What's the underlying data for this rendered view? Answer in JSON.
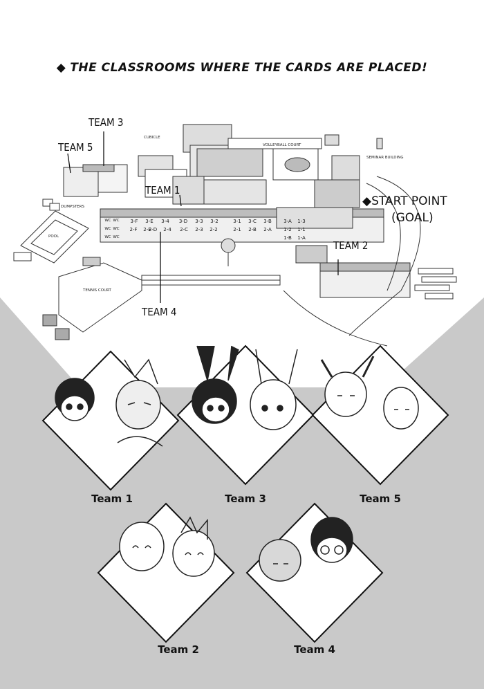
{
  "heading": {
    "marker": "◆",
    "text": "THE CLASSROOMS WHERE THE CARDS ARE PLACED!"
  },
  "map": {
    "team_labels": {
      "team3": "TEAM 3",
      "team5": "TEAM 5",
      "team1": "TEAM 1",
      "team2": "TEAM 2",
      "team4": "TEAM 4"
    },
    "start": {
      "marker": "◆",
      "line1": "START POINT",
      "line2": "(GOAL)"
    },
    "places": {
      "cubicle": "CUBICLE",
      "volleyball": "VOLLEYBALL COURT",
      "seminar": "SEMINAR BUILDING",
      "dumpsters": "DUMPSTERS",
      "pool": "POOL",
      "tennis": "TENNIS COURT"
    },
    "rooms_top": [
      "3-F",
      "3-E",
      "3-4",
      "3-D",
      "3-3",
      "3-2",
      "3-1",
      "3-C",
      "3-B",
      "3-A",
      "1-3"
    ],
    "rooms_mid": [
      "2-F",
      "2-E",
      "2-D",
      "2-4",
      "2-C",
      "2-3",
      "2-2",
      "2-1",
      "2-B",
      "2-A",
      "1-2",
      "1-1"
    ],
    "rooms_bot": [
      "1-B",
      "1-A"
    ],
    "wc": [
      "WC",
      "WC",
      "WC",
      "WC",
      "WC",
      "WC"
    ]
  },
  "teams": {
    "team1": "Team 1",
    "team3": "Team 3",
    "team5": "Team 5",
    "team2": "Team 2",
    "team4": "Team 4"
  }
}
